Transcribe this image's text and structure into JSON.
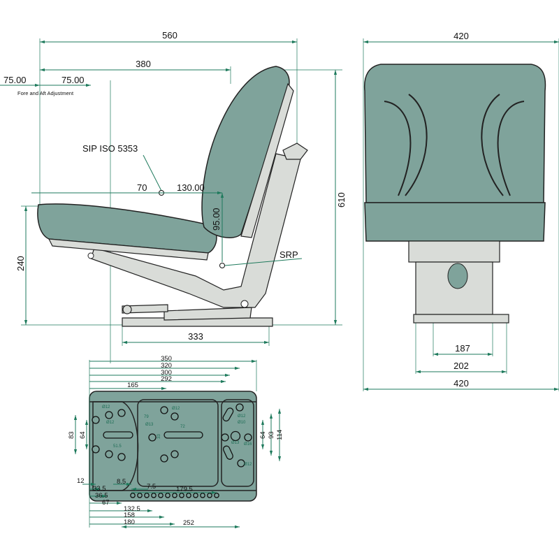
{
  "side_view": {
    "dim_overall_length": "560",
    "dim_backrest_depth": "380",
    "dim_adjust_left": "75.00",
    "dim_adjust_right": "75.00",
    "adjust_caption": "Fore and Aft Adjustment",
    "sip_label": "SIP ISO 5353",
    "dim_sip_front": "70",
    "dim_sip_back": "130.00",
    "dim_sip_height": "95.00",
    "srp_label": "SRP",
    "dim_height_seat": "240",
    "dim_height_total": "610",
    "dim_rail_length": "333"
  },
  "front_view": {
    "dim_width_top": "420",
    "dim_rail_inner": "187",
    "dim_rail_outer": "202",
    "dim_width_bottom": "420"
  },
  "plate": {
    "top_dims": [
      "350",
      "320",
      "300",
      "292",
      "165"
    ],
    "left_dims": [
      "83",
      "64"
    ],
    "right_dims": [
      "64",
      "93",
      "114"
    ],
    "bottom_dims": [
      "12",
      "33.5",
      "36.5",
      "67",
      "8.5",
      "7.5",
      "179.5",
      "132.5",
      "158",
      "180",
      "252"
    ],
    "hole_labels": [
      "Ø12",
      "Ø12",
      "79",
      "Ø13",
      "33",
      "51.5",
      "72",
      "Ø12",
      "Ø12",
      "Ø10",
      "Ø13",
      "Ø16",
      "Ø12"
    ]
  },
  "colors": {
    "seat": "#7fa39b",
    "dimension": "#1e7a5c",
    "frame": "#d9dcd8"
  }
}
